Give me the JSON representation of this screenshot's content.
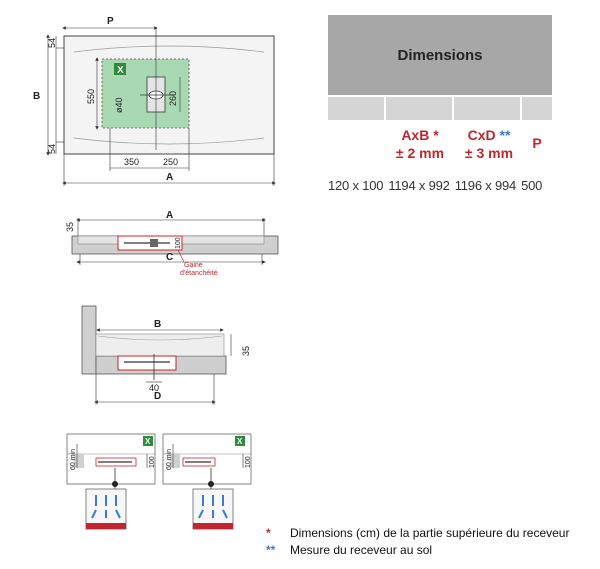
{
  "top_view": {
    "label_P": "P",
    "label_B": "B",
    "label_A": "A",
    "dim_54_top": "54",
    "dim_54_bottom": "54",
    "dim_550": "550",
    "dim_260": "260",
    "dim_o40": "ø40",
    "dim_350": "350",
    "dim_250": "250",
    "drain_badge": "X"
  },
  "side_view_1": {
    "label_A": "A",
    "label_C": "C",
    "dim_35": "35",
    "dim_100": "100",
    "gaine_line1": "Gaine",
    "gaine_line2": "d'étanchéité"
  },
  "side_view_2": {
    "label_B": "B",
    "label_D": "D",
    "dim_35": "35",
    "dim_40": "40"
  },
  "install_views": {
    "badge_left": "X",
    "badge_right": "X",
    "left_min": "60 min",
    "left_100": "100",
    "right_min": "60 min",
    "right_100": "100"
  },
  "table": {
    "header": "Dimensions",
    "col_ab_label": "AxB",
    "col_ab_star": "*",
    "col_ab_tol": "± 2 mm",
    "col_cd_label": "CxD",
    "col_cd_star": "**",
    "col_cd_tol": "± 3 mm",
    "col_p_label": "P",
    "row": {
      "size": "120 x 100",
      "ab": "1194 x 992",
      "cd": "1196 x 994",
      "p": "500"
    }
  },
  "legend": {
    "star1": "*",
    "text1": "Dimensions (cm) de la partie supérieure du receveur",
    "star2": "**",
    "text2": "Mesure du receveur au sol"
  },
  "colors": {
    "red": "#c0262d",
    "blue": "#3a7bd5",
    "green": "#9fd3a8",
    "badge_green": "#2e8b3e"
  }
}
